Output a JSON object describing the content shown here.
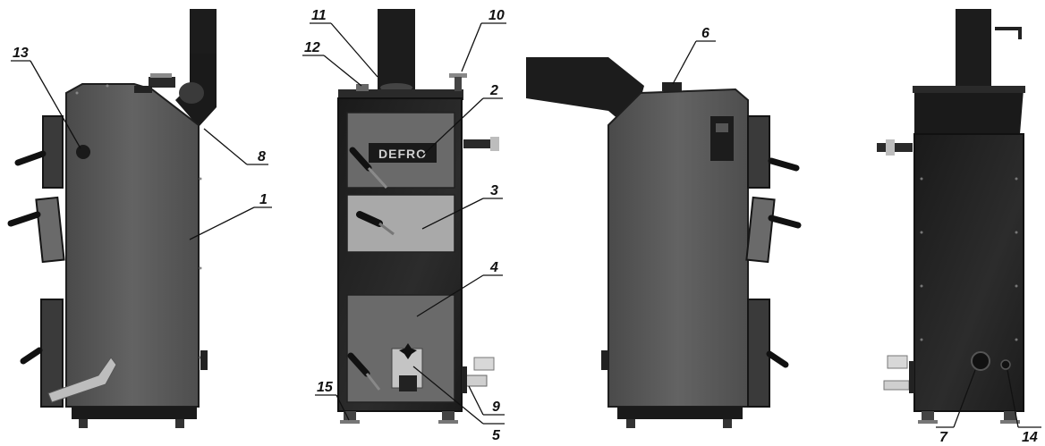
{
  "brand_plate": "DEFRO",
  "callouts": [
    {
      "id": "1",
      "text": "1"
    },
    {
      "id": "2",
      "text": "2"
    },
    {
      "id": "3",
      "text": "3"
    },
    {
      "id": "4",
      "text": "4"
    },
    {
      "id": "5",
      "text": "5"
    },
    {
      "id": "6",
      "text": "6"
    },
    {
      "id": "7",
      "text": "7"
    },
    {
      "id": "8",
      "text": "8"
    },
    {
      "id": "9",
      "text": "9"
    },
    {
      "id": "10",
      "text": "10"
    },
    {
      "id": "11",
      "text": "11"
    },
    {
      "id": "12",
      "text": "12"
    },
    {
      "id": "13",
      "text": "13"
    },
    {
      "id": "14",
      "text": "14"
    },
    {
      "id": "15",
      "text": "15"
    }
  ],
  "colors": {
    "body": "#5c5c5c",
    "body_dark": "#3a3a3a",
    "frame": "#1e1e1e",
    "door": "#6e6e6e",
    "panel_light": "#a7a7a7",
    "handle": "#202020",
    "metal": "#c8c8c8"
  }
}
